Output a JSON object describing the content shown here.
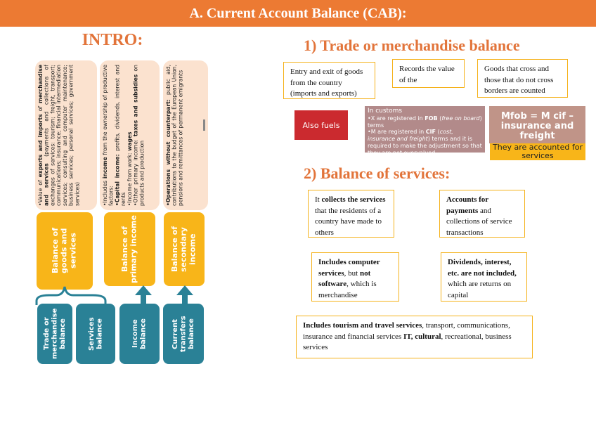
{
  "header": {
    "title": "A. Current Account Balance (CAB):"
  },
  "intro": {
    "title": "INTRO:",
    "col1": {
      "text_a": "•Value of ",
      "text_b": "exports and imports",
      "text_c": " of ",
      "text_d": "merchandise and services",
      "text_e": " (payments and collections of exchanges of services: tourism; freight, transport; communications; insurance; financial intermediation services; consulting and computer maintenance; business services; personal services; government services)",
      "label": "Balance of goods and services"
    },
    "col2": {
      "l1a": "•Includes ",
      "l1b": "income",
      "l1c": " from the ownership of productive factors:",
      "l2a": "•Capital income:",
      "l2b": " profits, dividends, interest and rents",
      "l3a": "•Income from work: ",
      "l3b": "wages",
      "l4a": "•Other primary income: ",
      "l4b": "taxes and subsidies",
      "l4c": " on products and production",
      "label": "Balance of primary income"
    },
    "col3": {
      "l1a": "•Operations without counterpart:",
      "l1b": " public aid, contributions to the budget of the European Union, pensions and remittances of permanent emigrants",
      "label": "Balance of secondary income"
    },
    "bottom": [
      "Trade or merchandise balance",
      "Services balance",
      "Income balance",
      "Current transfers balance"
    ]
  },
  "trade": {
    "title": "1)   Trade or merchandise balance",
    "box1": "Entry and exit of goods from the country (imports and exports)",
    "box2": "Records the value of the",
    "box3": "Goods that cross and those that do not cross borders are counted",
    "fuels": "Also fuels",
    "customs": {
      "title": "In customs",
      "l1a": "•X are registered in ",
      "l1b": "FOB",
      "l1c": " (",
      "l1d": "free on board",
      "l1e": ") terms",
      "l2a": "•M are registered in ",
      "l2b": "CIF",
      "l2c": " (",
      "l2d": "cost, insurance and freight",
      "l2e": ") terms and it is required to make the adjustment so that they are not overvalued"
    },
    "mfob": "Mfob = M cif – insurance and freight",
    "accounted": "They are accounted for services"
  },
  "services": {
    "title": "2)   Balance of services:",
    "b1": {
      "a": "It ",
      "b": "collects the services",
      "c": " that the residents of a country have made to others"
    },
    "b2": {
      "a": "Accounts for payments",
      "b": " and collections of service transactions"
    },
    "b3": {
      "a": "Includes computer services",
      "b": ", but ",
      "c": "not software",
      "d": ", which is merchandise"
    },
    "b4": {
      "a": "Dividends, interest, etc. are not included,",
      "b": " which are returns on capital"
    },
    "b5": {
      "a": "Includes tourism and travel services",
      "b": ", transport, communications, insurance and financial services ",
      "c": "IT, cultural",
      "d": ", recreational, business services"
    }
  },
  "colors": {
    "orange": "#ec7a33",
    "yellow": "#f8b519",
    "teal": "#2a8196",
    "peach": "#fbe2cf",
    "red": "#cb2a2f"
  }
}
